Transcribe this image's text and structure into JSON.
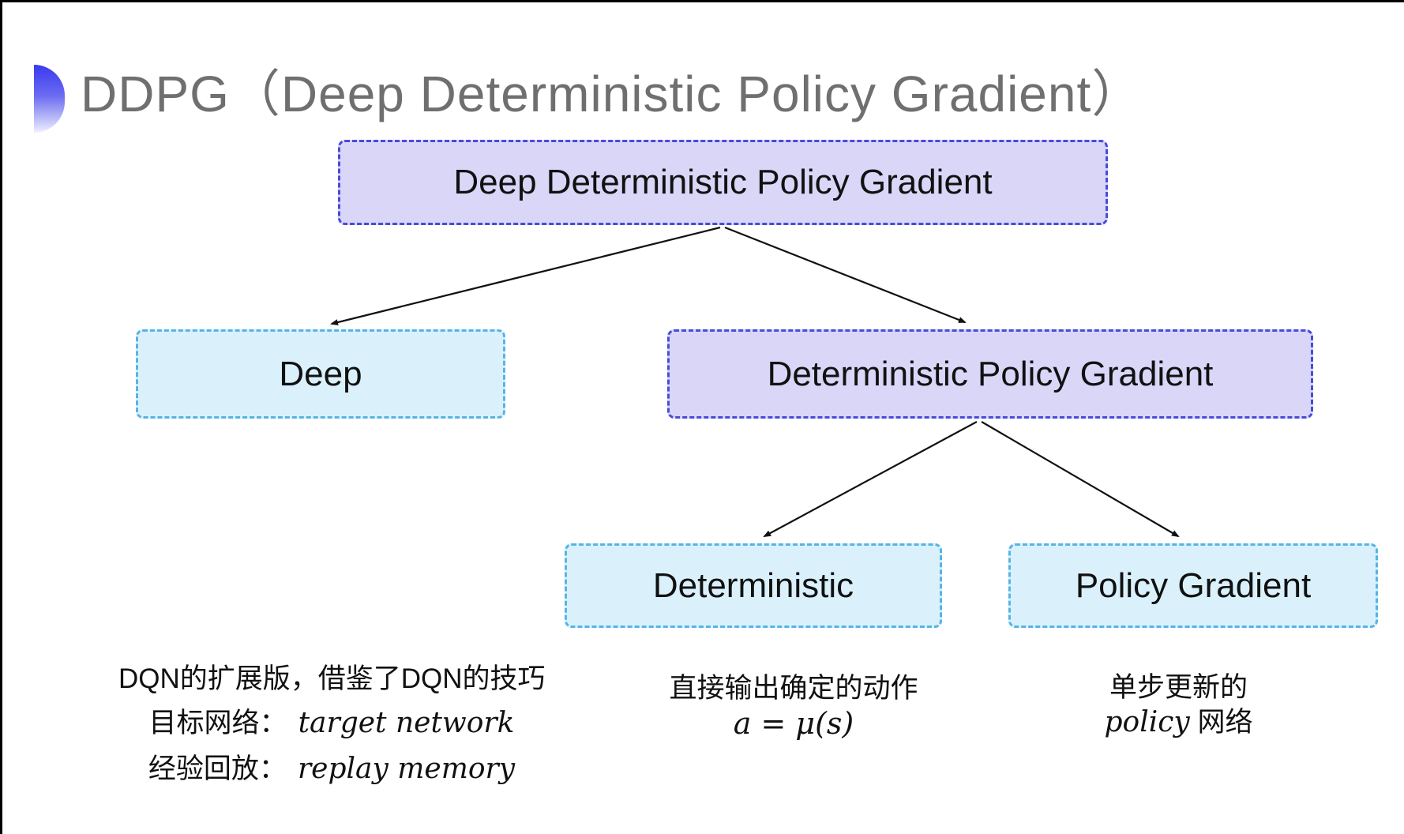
{
  "slide": {
    "title": "DDPG（Deep Deterministic Policy Gradient）"
  },
  "tree": {
    "root": "Deep Deterministic Policy Gradient",
    "children": [
      {
        "label": "Deep"
      },
      {
        "label": "Deterministic Policy Gradient"
      }
    ],
    "grandchildren": [
      {
        "label": "Deterministic"
      },
      {
        "label": "Policy Gradient"
      }
    ]
  },
  "notes": {
    "deep": {
      "line1": "DQN的扩展版，借鉴了DQN的技巧",
      "line2_label": "目标网络：",
      "line2_term": "target network",
      "line3_label": "经验回放：",
      "line3_term": "replay memory"
    },
    "deterministic": {
      "line1": "直接输出确定的动作",
      "formula": "a = μ(s)"
    },
    "policy_gradient": {
      "line1": "单步更新的",
      "line2_term": "policy",
      "line2_rest": " 网络"
    }
  },
  "colors": {
    "title_gray": "#6f6f6f",
    "lavender_fill": "#d9d6f8",
    "lavender_border": "#4a4ada",
    "cyan_fill": "#daf1fc",
    "cyan_border": "#56b4e4",
    "bullet_blue": "#3a3aef",
    "arrow": "#111111"
  }
}
